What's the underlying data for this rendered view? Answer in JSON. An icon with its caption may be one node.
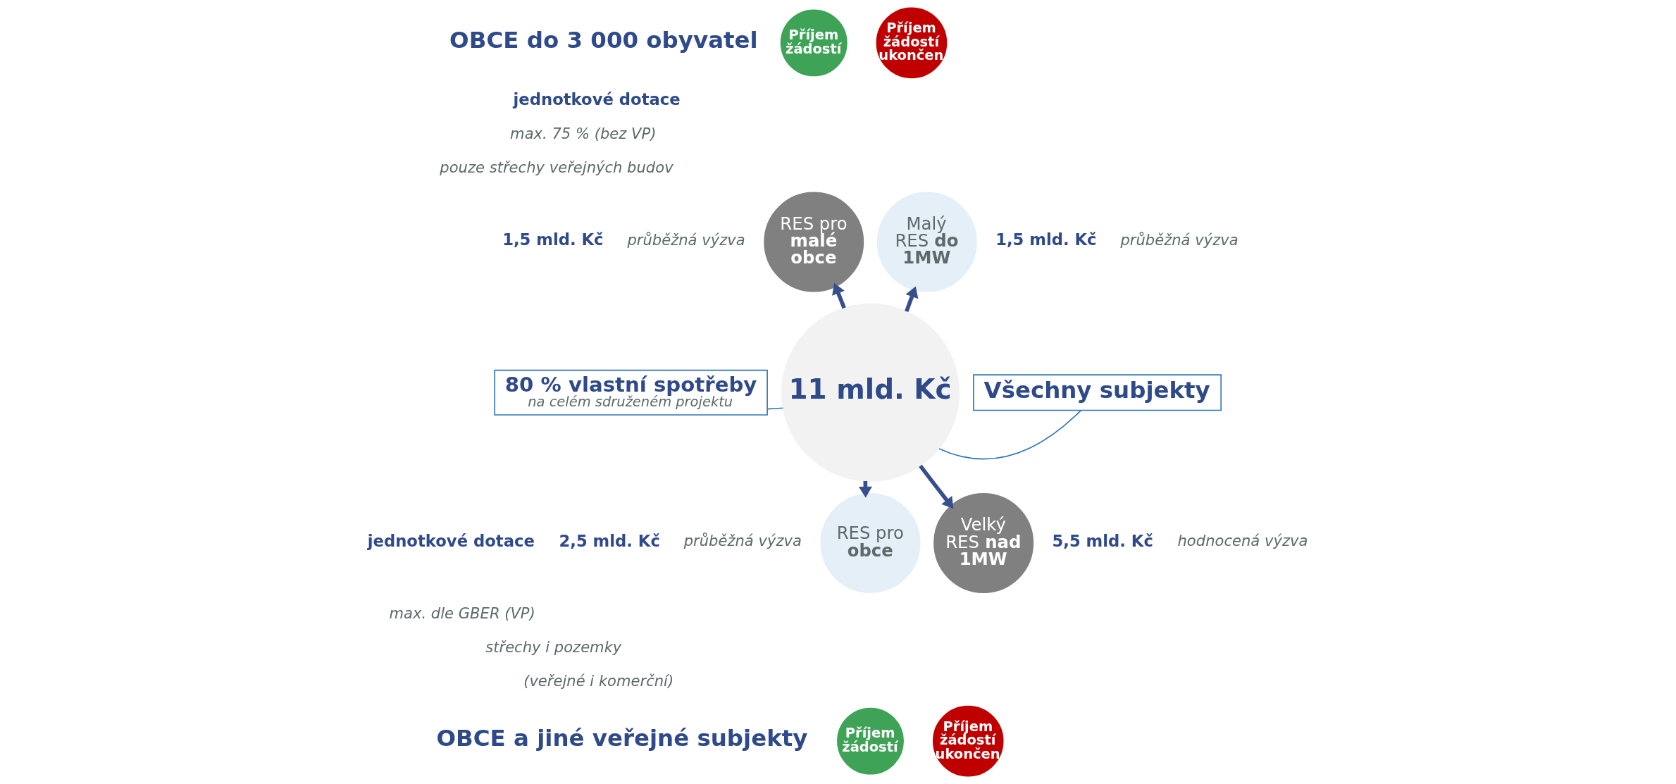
{
  "diagram": {
    "nodes": [
      {
        "text": [
          "11 mld. Kč"
        ]
      },
      {
        "text": [
          "RES pro **malé obce**"
        ],
        "beside": [
          "1,5 mld. Kč",
          "průběžná výzva"
        ]
      },
      {
        "text": [
          "Příjem žádostí"
        ]
      },
      {
        "text": [
          "Malý RES **do 1MW**"
        ],
        "beside": [
          "1,5 mld. Kč",
          "průběžná výzva"
        ]
      },
      {
        "text": [
          "Příjem žádostí ukončen"
        ]
      },
      {
        "text": [
          "RES pro **obce**"
        ],
        "beside": [
          "2,5 mld. Kč",
          "průběžná výzva"
        ]
      },
      {
        "text": [
          "Příjem žádostí"
        ]
      },
      {
        "text": [
          "Velký RES **nad 1MW**"
        ],
        "beside": [
          "5,5 mld. Kč",
          "hodnocená výzva"
        ]
      },
      {
        "text": [
          "Příjem žádostí ukončen"
        ]
      },
      {
        "text": [
          "80 % vlastní spotřeby",
          "na celém sdruženém projektu"
        ]
      },
      {
        "text": [
          "Všechny subjekty"
        ]
      }
    ],
    "edges": [
      {
        "from": 0,
        "to": 1,
        "arrow": "to"
      },
      {
        "from": 0,
        "to": 3,
        "arrow": "to"
      },
      {
        "from": 0,
        "to": 5,
        "arrow": "to"
      },
      {
        "from": 0,
        "to": 7,
        "arrow": "to"
      },
      {
        "from": 9,
        "to": 0,
        "arrow": "none",
        "color": "#2e75b6"
      },
      {
        "from": 0,
        "to": 10,
        "arrow": "none",
        "color": "#2e75b6"
      }
    ],
    "labels": [
      "OBCE do 3 000 obyvatel",
      "jednotkové dotace",
      "max. 75 % (bez VP)",
      "pouze střechy veřejných budov",
      "jednotkové dotace",
      "max. dle GBER (VP)",
      "střechy i pozemky",
      "(veřejné i komerční)",
      "OBCE a jiné veřejné subjekty"
    ]
  }
}
